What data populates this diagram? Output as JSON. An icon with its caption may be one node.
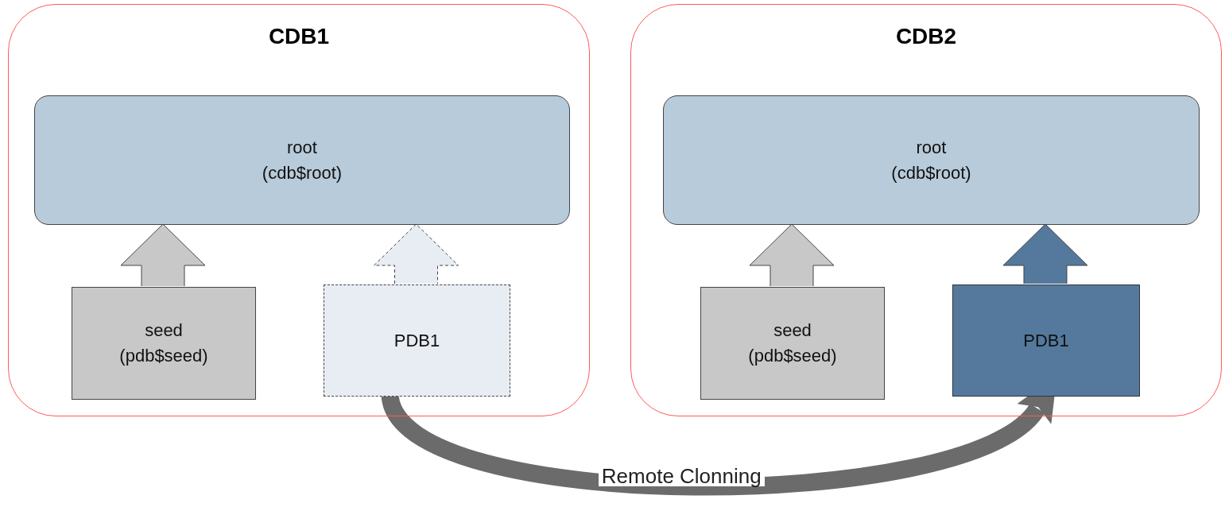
{
  "diagram": {
    "nodes": [
      {
        "text": [
          "CDB1"
        ]
      },
      {
        "text": [
          "root (cdb$root)"
        ],
        "in": 0
      },
      {
        "text": [
          "seed (pdb$seed)"
        ],
        "in": 0
      },
      {
        "text": [
          "PDB1"
        ],
        "in": 0
      },
      {
        "text": [
          "CDB2"
        ]
      },
      {
        "text": [
          "root (cdb$root)"
        ],
        "in": 4
      },
      {
        "text": [
          "seed (pdb$seed)"
        ],
        "in": 4
      },
      {
        "text": [
          "PDB1"
        ],
        "in": 4
      }
    ],
    "edges": [
      {
        "from": 2,
        "to": 1,
        "arrow": "to"
      },
      {
        "from": 3,
        "to": 1,
        "arrow": "to",
        "style": "dashed",
        "color": "#e8ecf3"
      },
      {
        "from": 6,
        "to": 5,
        "arrow": "to"
      },
      {
        "from": 7,
        "to": 5,
        "arrow": "to",
        "color": "#54799d"
      },
      {
        "from": 3,
        "to": 7,
        "arrow": "to",
        "label": "Remote Clonning",
        "color": "#6b6b6b"
      }
    ]
  }
}
